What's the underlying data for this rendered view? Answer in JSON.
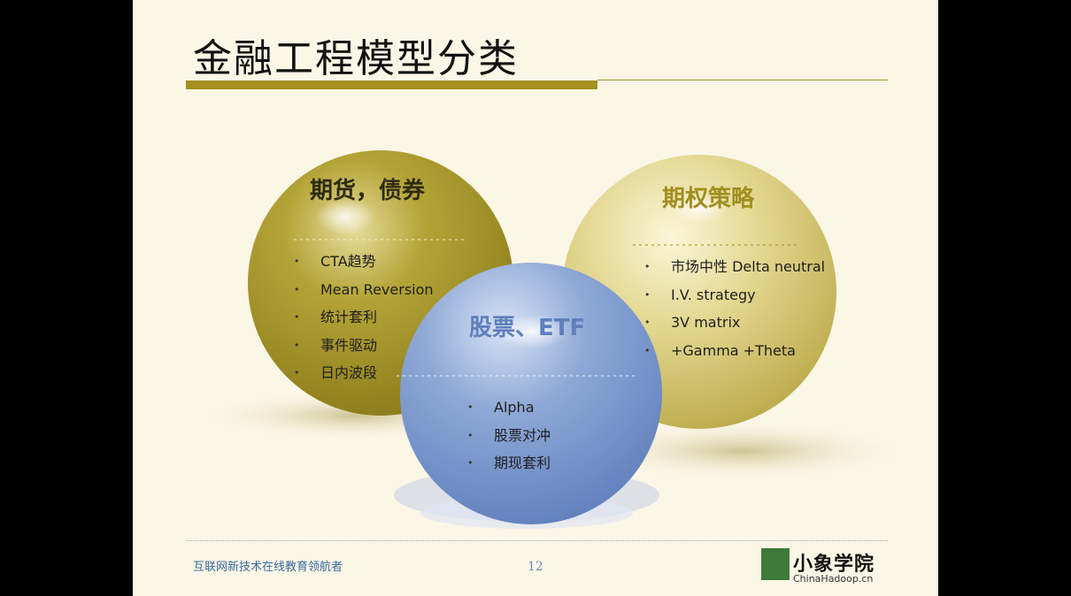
{
  "slide": {
    "title": "金融工程模型分类",
    "page_number": "12",
    "footer_tagline": "互联网新技术在线教育领航者"
  },
  "logo": {
    "name_cn": "小象学院",
    "name_en": "ChinaHadoop.cn"
  },
  "spheres": [
    {
      "title": "期货，债券",
      "color": "#a89a2a",
      "items": [
        "CTA趋势",
        "Mean Reversion",
        "统计套利",
        "事件驱动",
        "日内波段"
      ]
    },
    {
      "title": "期权策略",
      "color": "#d8cc7a",
      "items": [
        "市场中性 Delta neutral",
        "I.V. strategy",
        "3V matrix",
        "+Gamma +Theta"
      ]
    },
    {
      "title": "股票、ETF",
      "color": "#7a9ad0",
      "items": [
        "Alpha",
        "股票对冲",
        "期现套利"
      ]
    }
  ],
  "colors": {
    "accent": "#a39021",
    "background": "#fbf6e6"
  }
}
